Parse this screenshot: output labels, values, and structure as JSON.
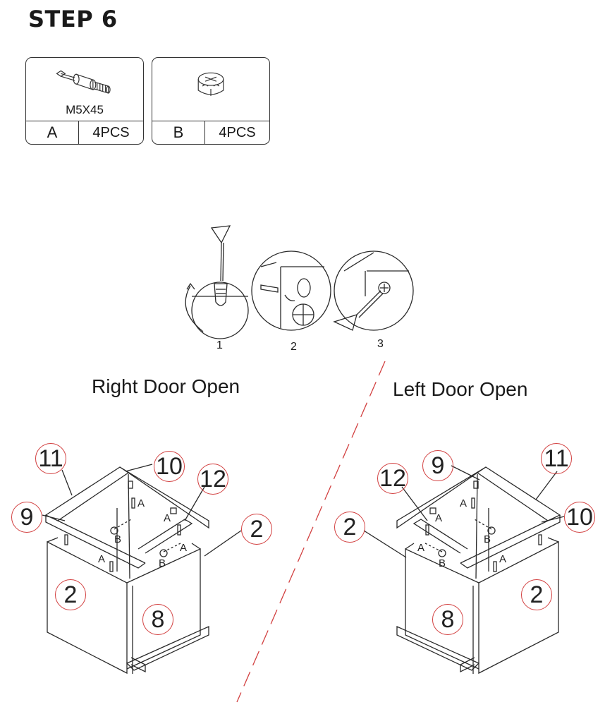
{
  "title": "STEP 6",
  "parts": [
    {
      "size": "M5X45",
      "letter": "A",
      "qty": "4PCS",
      "icon": "cam-bolt-icon"
    },
    {
      "size": "",
      "letter": "B",
      "qty": "4PCS",
      "icon": "cam-lock-icon"
    }
  ],
  "substeps": [
    "1",
    "2",
    "3"
  ],
  "headings": {
    "right": "Right Door Open",
    "left": "Left Door Open"
  },
  "right_diagram": {
    "callouts": [
      "11",
      "10",
      "12",
      "9",
      "2",
      "2",
      "8"
    ],
    "part_labels": [
      "A",
      "A",
      "A",
      "A",
      "B",
      "B"
    ]
  },
  "left_diagram": {
    "callouts": [
      "9",
      "11",
      "12",
      "2",
      "10",
      "2",
      "8"
    ],
    "part_labels": [
      "A",
      "A",
      "A",
      "A",
      "B",
      "B"
    ]
  }
}
